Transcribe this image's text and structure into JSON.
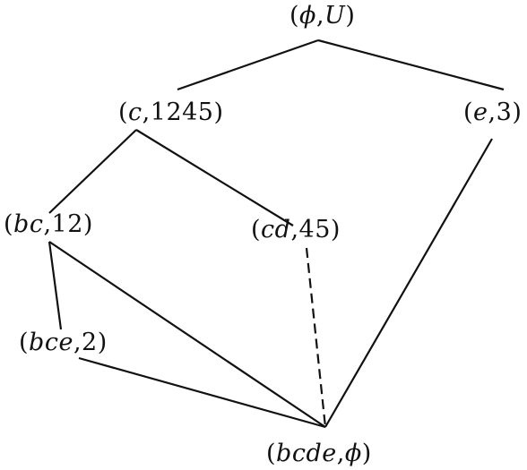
{
  "diagram": {
    "line_color": "#111111",
    "nodes": {
      "top": {
        "open": "(",
        "intent": "ϕ",
        "sep": ",",
        "extent": "U",
        "close": ")"
      },
      "c": {
        "open": "(",
        "intent": "c",
        "sep": ",",
        "extent": "1245",
        "close": ")"
      },
      "e": {
        "open": "(",
        "intent": "e",
        "sep": ",",
        "extent": "3",
        "close": ")"
      },
      "bc": {
        "open": "(",
        "intent": "bc",
        "sep": ",",
        "extent": "12",
        "close": ")"
      },
      "cd": {
        "open": "(",
        "intent": "cd",
        "sep": ",",
        "extent": "45",
        "close": ")"
      },
      "bce": {
        "open": "(",
        "intent": "bce",
        "sep": ",",
        "extent": "2",
        "close": ")"
      },
      "bottom": {
        "open": "(",
        "intent": "bcde",
        "sep": ",",
        "extent": "ϕ",
        "close": ")"
      }
    },
    "edges": [
      {
        "from": "top",
        "to": "c",
        "style": "solid"
      },
      {
        "from": "top",
        "to": "e",
        "style": "solid"
      },
      {
        "from": "c",
        "to": "bc",
        "style": "solid"
      },
      {
        "from": "c",
        "to": "cd",
        "style": "solid"
      },
      {
        "from": "bc",
        "to": "bce",
        "style": "solid"
      },
      {
        "from": "bc",
        "to": "bottom",
        "style": "solid"
      },
      {
        "from": "bce",
        "to": "bottom",
        "style": "solid"
      },
      {
        "from": "cd",
        "to": "bottom",
        "style": "dashed"
      },
      {
        "from": "e",
        "to": "bottom",
        "style": "solid"
      }
    ]
  }
}
